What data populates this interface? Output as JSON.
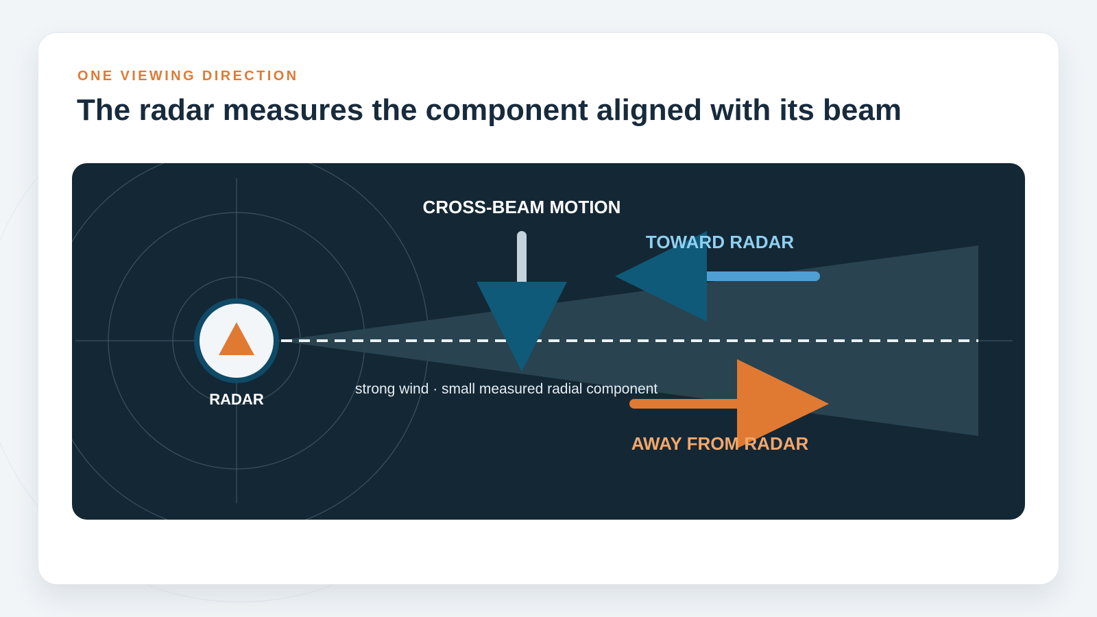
{
  "slide": {
    "kicker": "ONE VIEWING DIRECTION",
    "title": "The radar measures the component aligned with its beam"
  },
  "diagram": {
    "radar_label": "RADAR",
    "cross_beam_label": "CROSS-BEAM MOTION",
    "toward_label": "TOWARD RADAR",
    "away_label": "AWAY FROM RADAR",
    "caption": "strong wind · small measured radial component",
    "colors": {
      "background": "#142735",
      "beam": "#2a4552",
      "radar_marker": "#e07a33",
      "toward": "#4f9fd3",
      "toward_text": "#8fd0f0",
      "away": "#e07a33",
      "away_text": "#f2a76b",
      "cross_beam": "#0f5a78",
      "kicker": "#e07a33",
      "title": "#172b3d"
    },
    "icons": {
      "radar": "triangle-icon",
      "toward": "arrow-left-icon",
      "away": "arrow-right-icon",
      "cross_beam": "arrow-down-icon"
    }
  }
}
